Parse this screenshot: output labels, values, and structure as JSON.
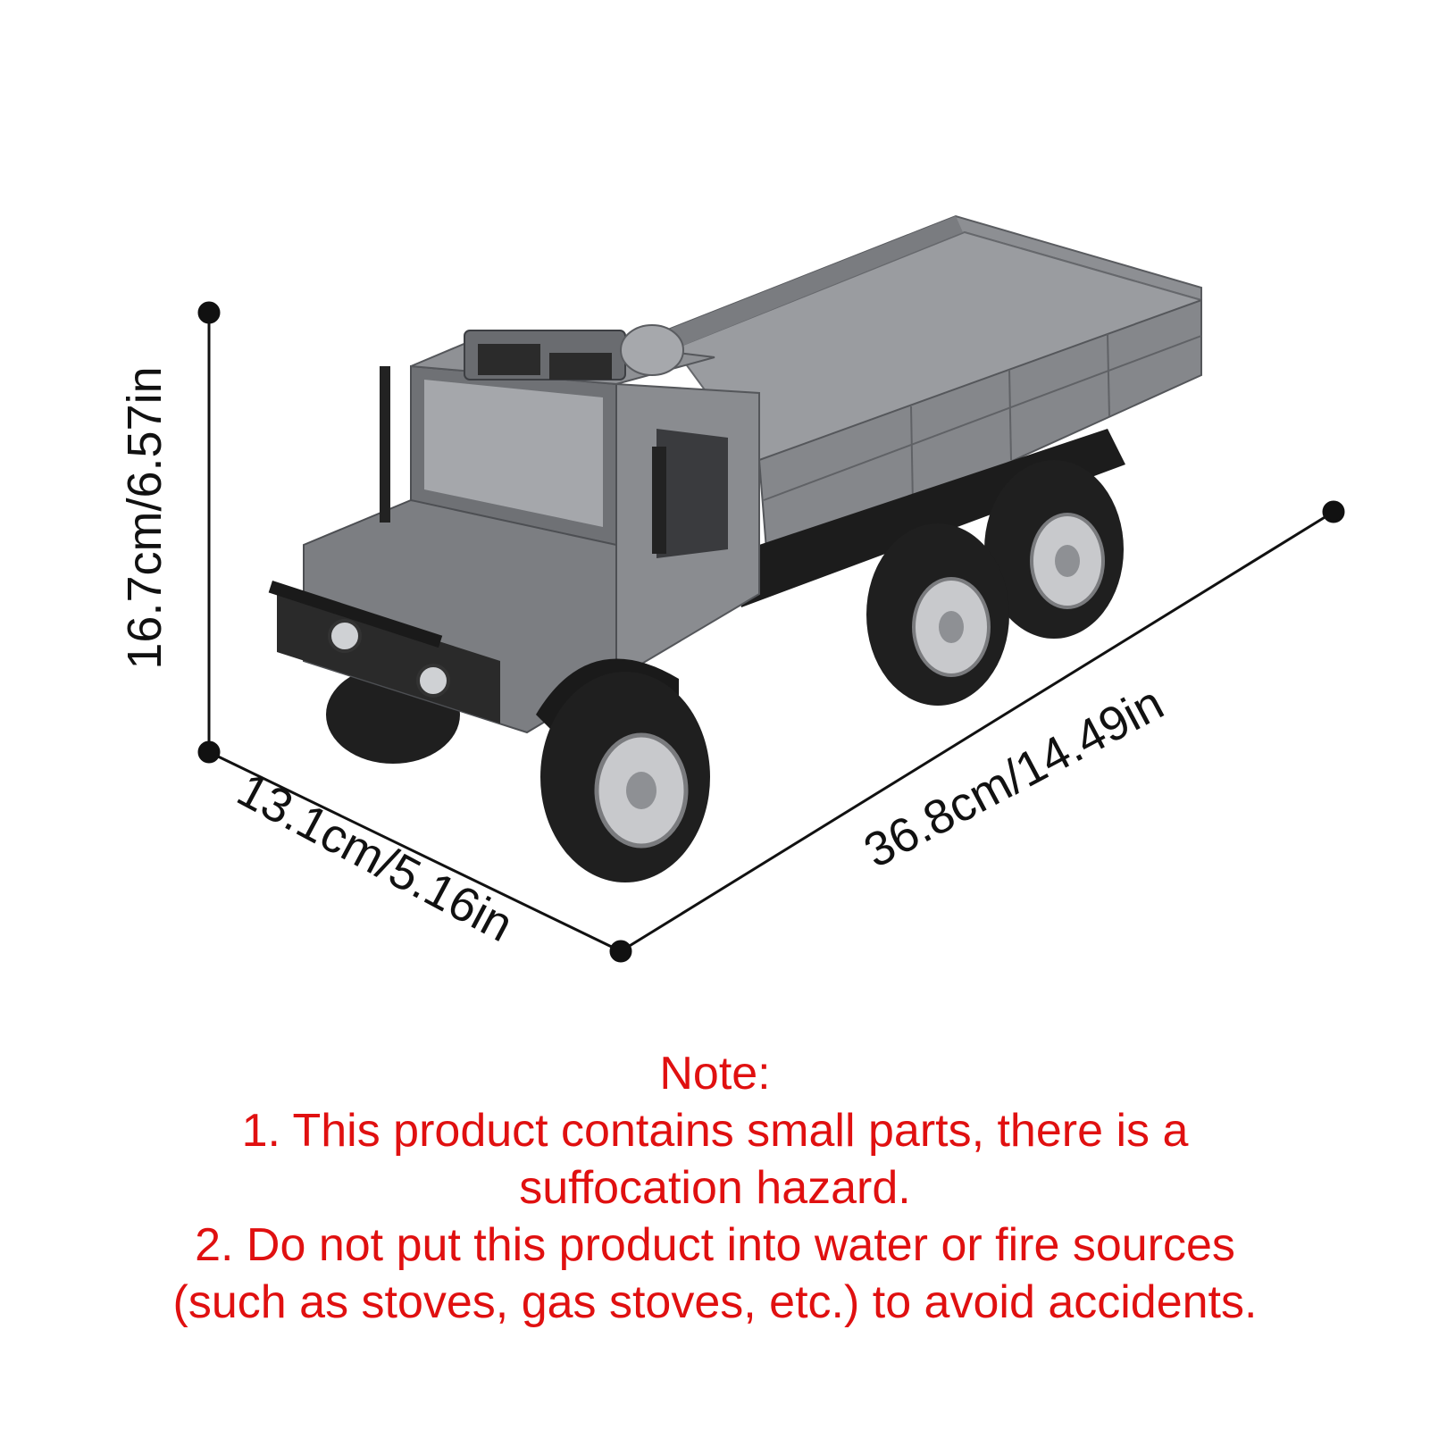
{
  "dimensions": {
    "height": "16.7cm/6.57in",
    "width": "13.1cm/5.16in",
    "length": "36.8cm/14.49in"
  },
  "note": {
    "heading": "Note:",
    "line1": "1. This product contains small parts, there is a",
    "line2": "suffocation hazard.",
    "line3": "2. Do not put this product into water or fire sources",
    "line4": "(such as stoves, gas stoves, etc.) to avoid accidents."
  },
  "colors": {
    "note_text": "#e01010",
    "dimension_text": "#111111",
    "truck_body": "#7c7e82"
  }
}
